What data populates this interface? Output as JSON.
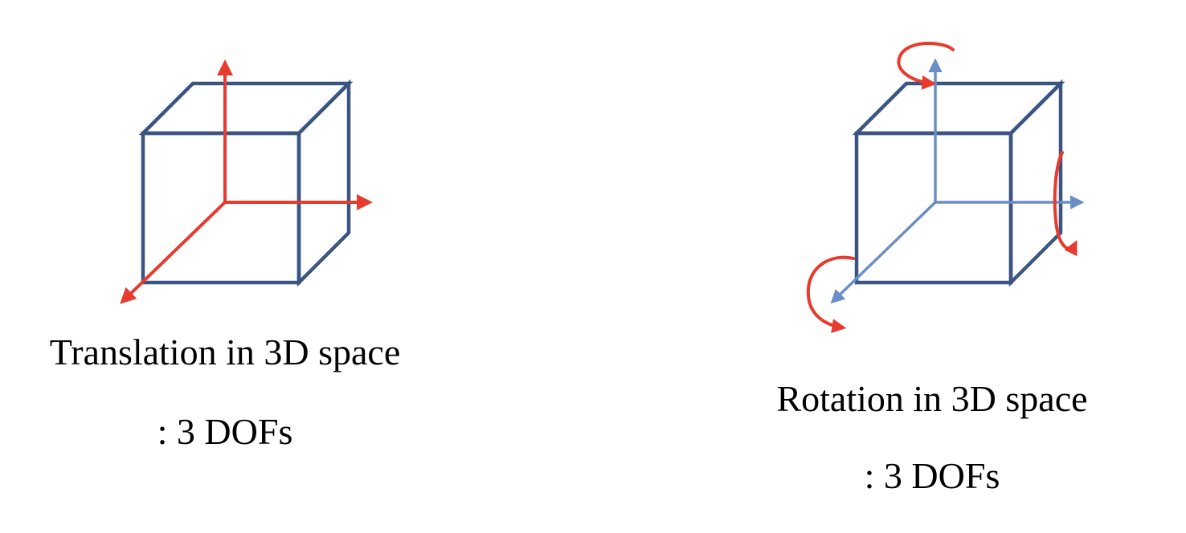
{
  "translation": {
    "caption": "Translation in 3D space",
    "dof": ": 3 DOFs"
  },
  "rotation": {
    "caption": "Rotation in 3D space",
    "dof": ": 3 DOFs"
  },
  "colors": {
    "cube_edge": "#3b5582",
    "translation_axis": "#e63b2e",
    "rotation_axis": "#6a8fc6",
    "rotation_arrow": "#e63b2e"
  }
}
